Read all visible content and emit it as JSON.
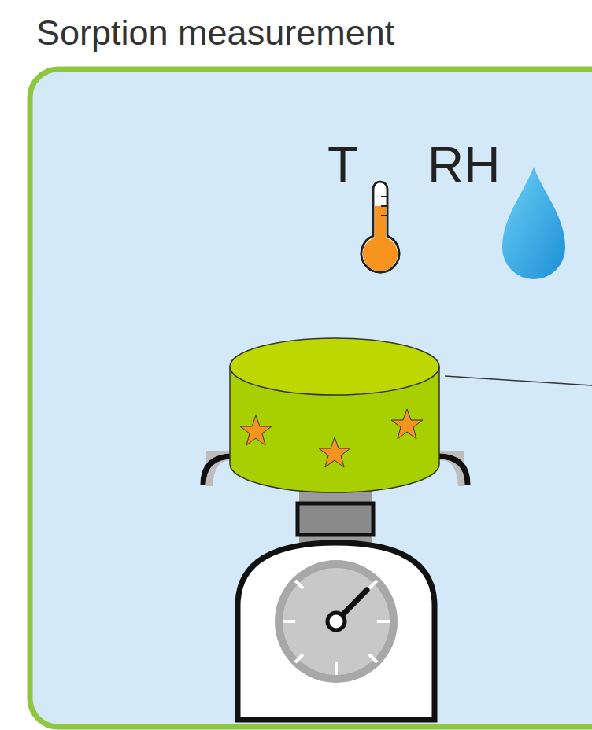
{
  "diagram": {
    "nodes": [
      {
        "text": [
          "Sorption measurement"
        ]
      }
    ],
    "labels": [
      "T",
      "RH"
    ]
  }
}
